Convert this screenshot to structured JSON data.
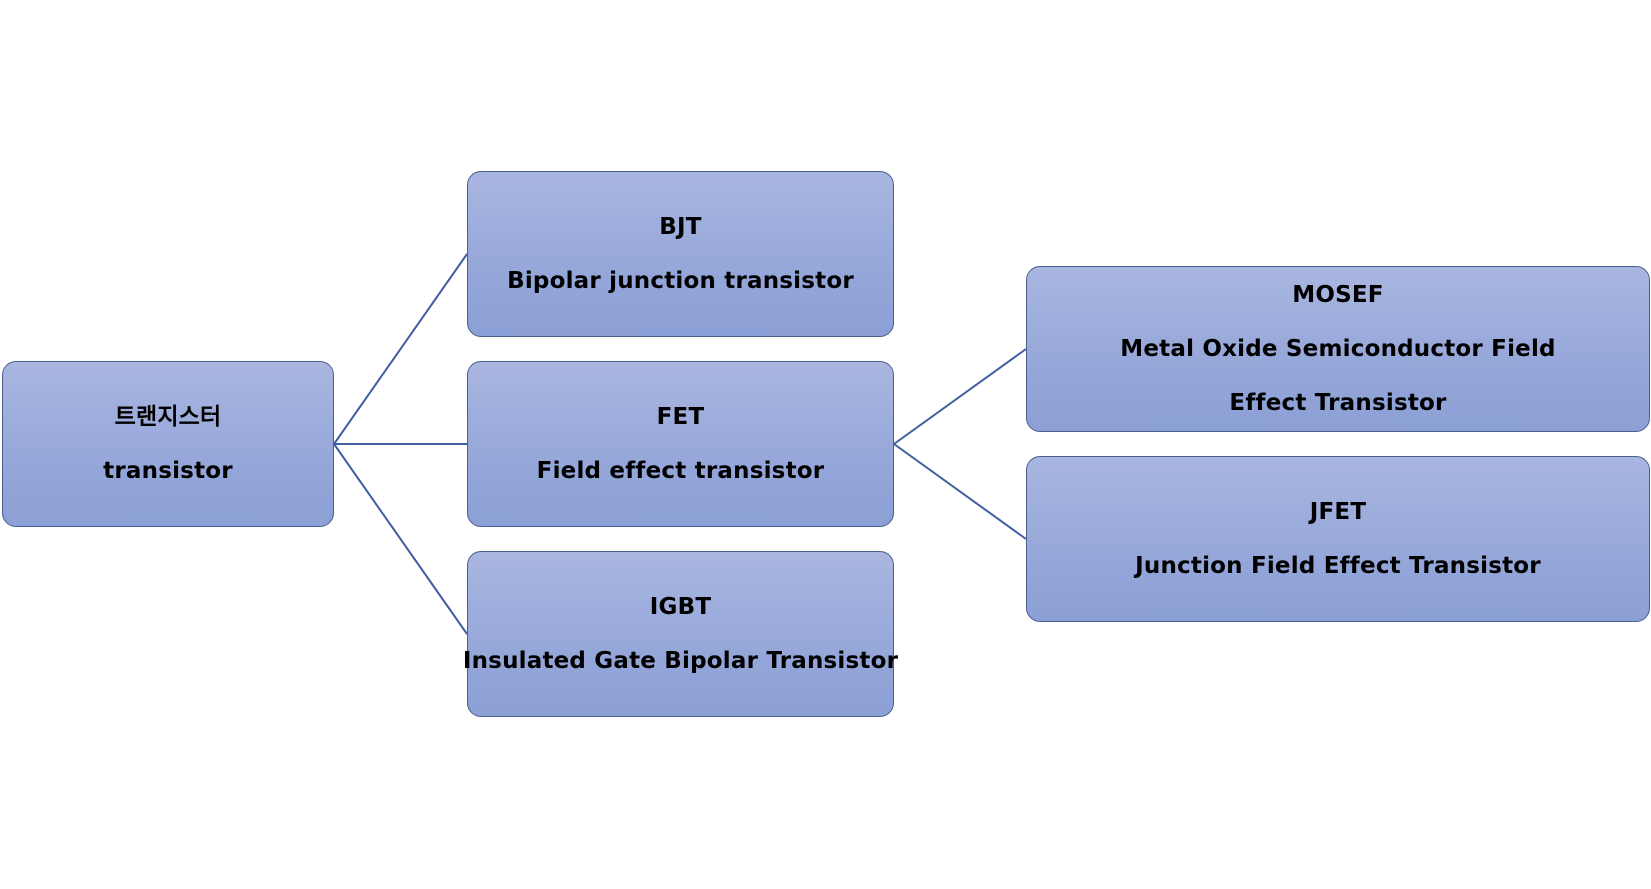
{
  "nodes": {
    "root": {
      "abbr": "트랜지스터",
      "name": "transistor"
    },
    "bjt": {
      "abbr": "BJT",
      "name": "Bipolar junction transistor"
    },
    "fet": {
      "abbr": "FET",
      "name": "Field effect transistor"
    },
    "igbt": {
      "abbr": "IGBT",
      "name": "Insulated Gate Bipolar Transistor"
    },
    "mosef": {
      "abbr": "MOSEF",
      "name": "Metal Oxide Semiconductor Field Effect Transistor"
    },
    "jfet": {
      "abbr": "JFET",
      "name": "Junction Field Effect Transistor"
    }
  },
  "colors": {
    "node_fill_top": "#a9b6e0",
    "node_fill_bottom": "#8ba0d6",
    "node_border": "#4a5f8c",
    "connector": "#3f5f9e"
  }
}
